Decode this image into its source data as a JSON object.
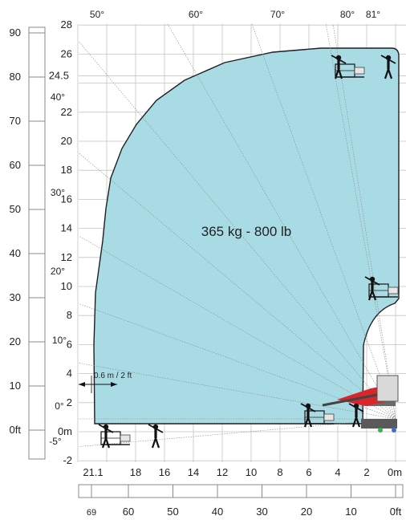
{
  "load_label": "365 kg - 800 lb",
  "offset_label": "0.6 m / 2 ft",
  "meter_y_ticks": [
    {
      "v": 28,
      "label": "28"
    },
    {
      "v": 26,
      "label": "26"
    },
    {
      "v": 24.5,
      "label": "24.5"
    },
    {
      "v": 22,
      "label": "22"
    },
    {
      "v": 20,
      "label": "20"
    },
    {
      "v": 18,
      "label": "18"
    },
    {
      "v": 16,
      "label": "16"
    },
    {
      "v": 14,
      "label": "14"
    },
    {
      "v": 12,
      "label": "12"
    },
    {
      "v": 10,
      "label": "10"
    },
    {
      "v": 8,
      "label": "8"
    },
    {
      "v": 6,
      "label": "6"
    },
    {
      "v": 4,
      "label": "4"
    },
    {
      "v": 2,
      "label": "2"
    },
    {
      "v": 0,
      "label": "0m"
    },
    {
      "v": -2,
      "label": "-2"
    }
  ],
  "feet_y_ticks": [
    {
      "v": 90,
      "label": "90"
    },
    {
      "v": 80,
      "label": "80"
    },
    {
      "v": 70,
      "label": "70"
    },
    {
      "v": 60,
      "label": "60"
    },
    {
      "v": 50,
      "label": "50"
    },
    {
      "v": 40,
      "label": "40"
    },
    {
      "v": 30,
      "label": "30"
    },
    {
      "v": 20,
      "label": "20"
    },
    {
      "v": 10,
      "label": "10"
    },
    {
      "v": 0,
      "label": "0ft"
    }
  ],
  "meter_x_ticks": [
    {
      "v": 21.1,
      "label": "21.1"
    },
    {
      "v": 18,
      "label": "18"
    },
    {
      "v": 16,
      "label": "16"
    },
    {
      "v": 14,
      "label": "14"
    },
    {
      "v": 12,
      "label": "12"
    },
    {
      "v": 10,
      "label": "10"
    },
    {
      "v": 8,
      "label": "8"
    },
    {
      "v": 6,
      "label": "6"
    },
    {
      "v": 4,
      "label": "4"
    },
    {
      "v": 2,
      "label": "2"
    },
    {
      "v": 0,
      "label": "0m"
    }
  ],
  "feet_x_ticks": [
    {
      "v": 69,
      "label": "69"
    },
    {
      "v": 60,
      "label": "60"
    },
    {
      "v": 50,
      "label": "50"
    },
    {
      "v": 40,
      "label": "40"
    },
    {
      "v": 30,
      "label": "30"
    },
    {
      "v": 20,
      "label": "20"
    },
    {
      "v": 10,
      "label": "10"
    },
    {
      "v": 0,
      "label": "0ft"
    }
  ],
  "angle_labels": [
    {
      "deg": 50,
      "label": "50°"
    },
    {
      "deg": 60,
      "label": "60°"
    },
    {
      "deg": 70,
      "label": "70°"
    },
    {
      "deg": 80,
      "label": "80°"
    },
    {
      "deg": 81,
      "label": "81°"
    },
    {
      "deg": 40,
      "label": "40°"
    },
    {
      "deg": 30,
      "label": "30°"
    },
    {
      "deg": 20,
      "label": "20°"
    },
    {
      "deg": 10,
      "label": "10°"
    },
    {
      "deg": 0,
      "label": "0°"
    },
    {
      "deg": -5,
      "label": "-5°"
    }
  ],
  "colors": {
    "envelope_fill": "#a9dbe4",
    "envelope_stroke": "#1f1f1f",
    "grid": "#c4c4c4",
    "machine_red": "#d9262a",
    "machine_grey": "#6b6b6b"
  },
  "icons": [
    "operator-figure-icon",
    "platform-basket-icon",
    "telehandler-machine-icon"
  ]
}
